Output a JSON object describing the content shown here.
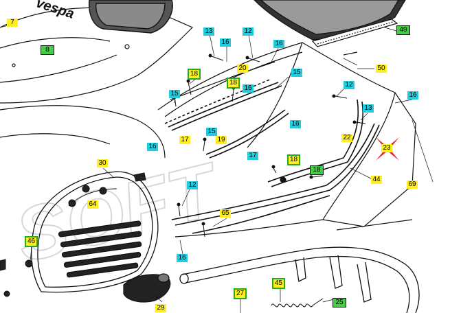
{
  "colors": {
    "cyan": "#22ccdd",
    "yellow": "#ffee22",
    "green": "#44cc44",
    "green_border": "#22aa22",
    "highlight_red": "#ee2222"
  },
  "watermark": "SOFT",
  "brand_on_part": "vespa",
  "callouts": [
    {
      "num": "7",
      "style": "yellow"
    },
    {
      "num": "8",
      "style": "green"
    },
    {
      "num": "13",
      "style": "cyan"
    },
    {
      "num": "12",
      "style": "cyan"
    },
    {
      "num": "16",
      "style": "cyan"
    },
    {
      "num": "16",
      "style": "cyan"
    },
    {
      "num": "49",
      "style": "green"
    },
    {
      "num": "50",
      "style": "yellow"
    },
    {
      "num": "18",
      "style": "green-y"
    },
    {
      "num": "20",
      "style": "yellow"
    },
    {
      "num": "15",
      "style": "cyan"
    },
    {
      "num": "18",
      "style": "green-y"
    },
    {
      "num": "12",
      "style": "cyan"
    },
    {
      "num": "16",
      "style": "cyan"
    },
    {
      "num": "15",
      "style": "cyan"
    },
    {
      "num": "16",
      "style": "cyan"
    },
    {
      "num": "13",
      "style": "cyan"
    },
    {
      "num": "15",
      "style": "cyan"
    },
    {
      "num": "17",
      "style": "yellow"
    },
    {
      "num": "15",
      "style": "cyan"
    },
    {
      "num": "19",
      "style": "yellow"
    },
    {
      "num": "16",
      "style": "cyan"
    },
    {
      "num": "22",
      "style": "yellow"
    },
    {
      "num": "23",
      "style": "yellow"
    },
    {
      "num": "16",
      "style": "cyan"
    },
    {
      "num": "17",
      "style": "cyan"
    },
    {
      "num": "30",
      "style": "yellow"
    },
    {
      "num": "18",
      "style": "green-y"
    },
    {
      "num": "18",
      "style": "green"
    },
    {
      "num": "44",
      "style": "yellow"
    },
    {
      "num": "69",
      "style": "yellow"
    },
    {
      "num": "12",
      "style": "cyan"
    },
    {
      "num": "64",
      "style": "yellow"
    },
    {
      "num": "65",
      "style": "yellow"
    },
    {
      "num": "46",
      "style": "green-y"
    },
    {
      "num": "16",
      "style": "cyan"
    },
    {
      "num": "45",
      "style": "green-y"
    },
    {
      "num": "27",
      "style": "green-y"
    },
    {
      "num": "25",
      "style": "green"
    },
    {
      "num": "29",
      "style": "yellow"
    }
  ]
}
